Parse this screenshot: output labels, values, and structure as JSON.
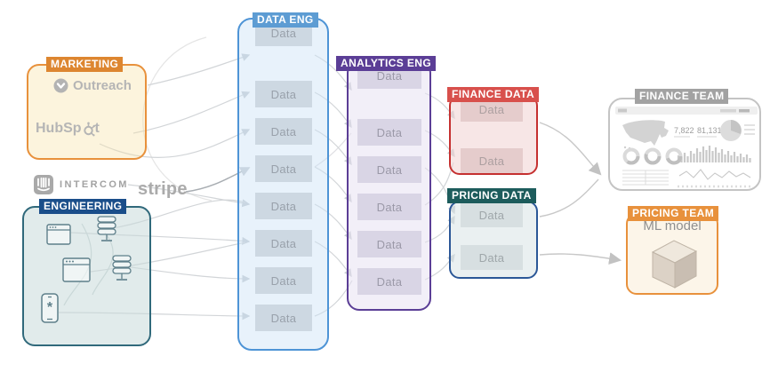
{
  "colors": {
    "orange": "#E8913C",
    "orange-dark": "#DD8630",
    "navy": "#1A4E8A",
    "navy-border": "#2B5797",
    "teal-border": "#30697B",
    "teal-dark": "#1D5C5C",
    "blue": "#5D9CD3",
    "blue-border": "#4E94D6",
    "purple": "#5B3E96",
    "red": "#D8504C",
    "red-border": "#C53030",
    "gray": "#A2A2A2",
    "arrow": "#D2D5D8"
  },
  "marketing": {
    "label": "MARKETING",
    "outreach": "Outreach",
    "hubspot_pre": "HubSp",
    "hubspot_post": "t"
  },
  "logos": {
    "intercom": "INTERCOM",
    "stripe": "stripe"
  },
  "engineering": {
    "label": "ENGINEERING"
  },
  "data_eng": {
    "label": "DATA ENG",
    "items": [
      "Data",
      "Data",
      "Data",
      "Data",
      "Data",
      "Data",
      "Data",
      "Data"
    ]
  },
  "analytics_eng": {
    "label": "ANALYTICS ENG",
    "items": [
      "Data",
      "Data",
      "Data",
      "Data",
      "Data",
      "Data"
    ]
  },
  "finance_data": {
    "label": "FINANCE DATA",
    "items": [
      "Data",
      "Data"
    ]
  },
  "pricing_data": {
    "label": "PRICING DATA",
    "items": [
      "Data",
      "Data"
    ]
  },
  "finance_team": {
    "label": "FINANCE TEAM",
    "metric_1": "7,822",
    "metric_2": "81,131"
  },
  "pricing_team": {
    "label": "PRICING TEAM",
    "model": "ML model"
  }
}
